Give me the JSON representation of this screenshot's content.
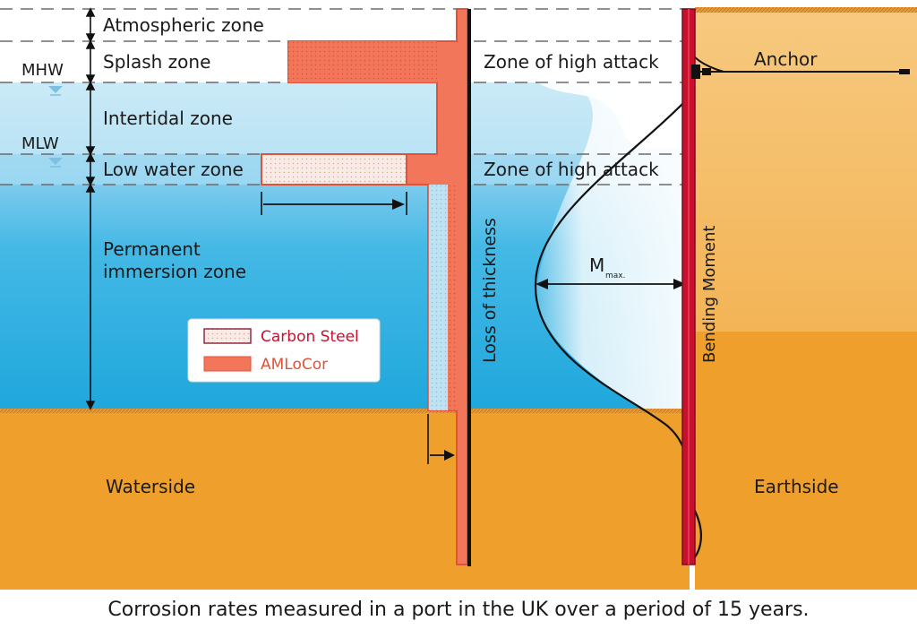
{
  "zones": {
    "atmospheric": "Atmospheric zone",
    "splash": "Splash zone",
    "intertidal": "Intertidal zone",
    "low_water": "Low water zone",
    "permanent_line1": "Permanent",
    "permanent_line2": "immersion zone"
  },
  "water_levels": {
    "mhw": "MHW",
    "mlw": "MLW"
  },
  "attack": {
    "upper": "Zone of high attack",
    "lower": "Zone of high attack"
  },
  "labels": {
    "anchor": "Anchor",
    "loss_of_thickness": "Loss of thickness",
    "bending_moment": "Bending Moment",
    "m_main": "M",
    "m_sub": "max.",
    "waterside": "Waterside",
    "earthside": "Earthside"
  },
  "legend": {
    "carbon_steel": "Carbon Steel",
    "amlocor": "AMLoCor"
  },
  "colors": {
    "amlocor": "#f2765a",
    "carbon_steel_fill": "#f6e6e0",
    "water": "#2cb0e0",
    "soil": "#efa02c",
    "earth_upper": "#f6be6a",
    "pile": "#c8102e"
  },
  "caption": "Corrosion rates measured in a port in the UK over a period of 15 years."
}
